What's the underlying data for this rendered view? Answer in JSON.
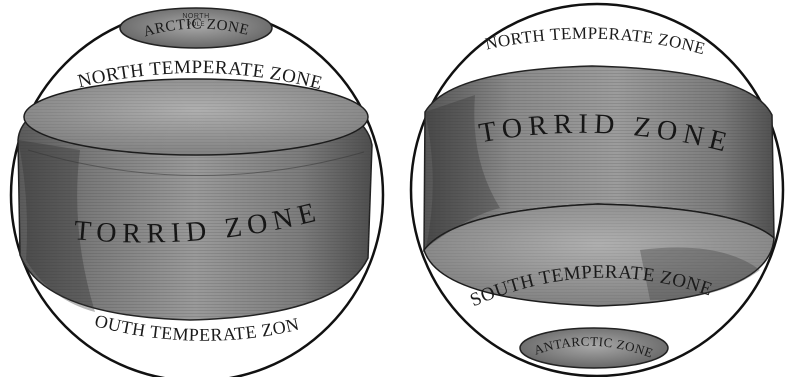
{
  "left_globe": {
    "north_pole": "NORTH",
    "pole_word": "POLE",
    "arctic": "ARCTIC ZONE",
    "north_temperate": "NORTH TEMPERATE ZONE",
    "torrid": "TORRID ZONE",
    "south_temperate": "SOUTH TEMPERATE ZONE"
  },
  "right_globe": {
    "north_temperate": "NORTH TEMPERATE ZONE",
    "torrid": "TORRID ZONE",
    "south_temperate": "SOUTH TEMPERATE ZONE",
    "antarctic": "ANTARCTIC ZONE"
  }
}
